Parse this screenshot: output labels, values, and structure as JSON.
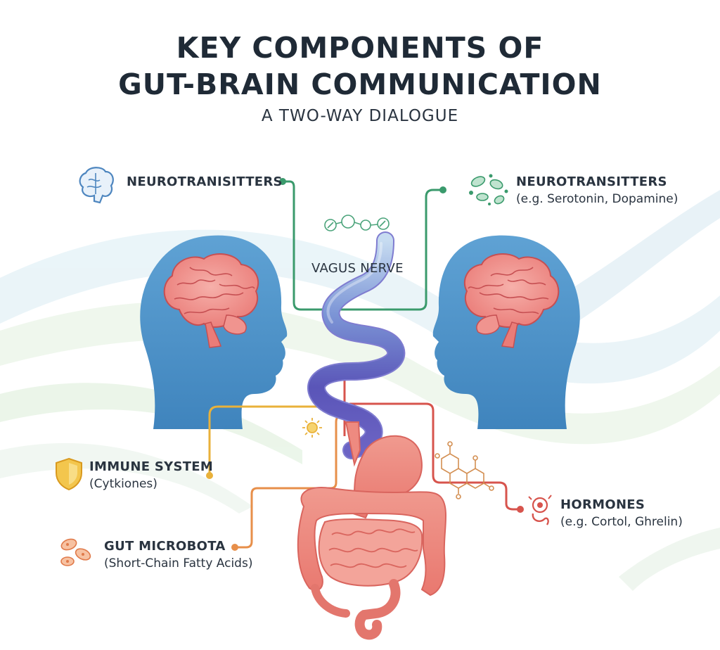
{
  "title": {
    "line1": "KEY COMPONENTS OF",
    "line2": "GUT-BRAIN COMMUNICATION",
    "subtitle": "A TWO-WAY DIALOGUE"
  },
  "labels": {
    "neuro_left": {
      "title": "NEUROTRANISITTERS",
      "icon": "brain-icon"
    },
    "neuro_right": {
      "title": "NEUROTRANSITTERS",
      "detail": "(e.g. Serotonin, Dopamine)",
      "icon": "microbes-icon"
    },
    "vagus": {
      "title": "VAGUS NERVE"
    },
    "immune": {
      "title": "IMMUNE SYSTEM",
      "detail": "(Cytkiones)",
      "icon": "shield-icon"
    },
    "microbiota": {
      "title": "GUT MICROBOTA",
      "detail": "(Short-Chain Fatty Acids)",
      "icon": "bacteria-icon"
    },
    "hormones": {
      "title": "HORMONES",
      "detail": "(e.g. Cortol, Ghrelin)",
      "icon": "hormone-icon"
    }
  },
  "colors": {
    "head": "#4e93c8",
    "brain": "#ef8a86",
    "neuro_line": "#3a9a6c",
    "immune_line": "#e9b13a",
    "microbiota_line": "#e78f4a",
    "hormones_line": "#d7544d",
    "vagus_gradient": [
      "#b9d4ee",
      "#6a7fd0",
      "#4b4bb0"
    ],
    "gut": "#ee8a80"
  }
}
